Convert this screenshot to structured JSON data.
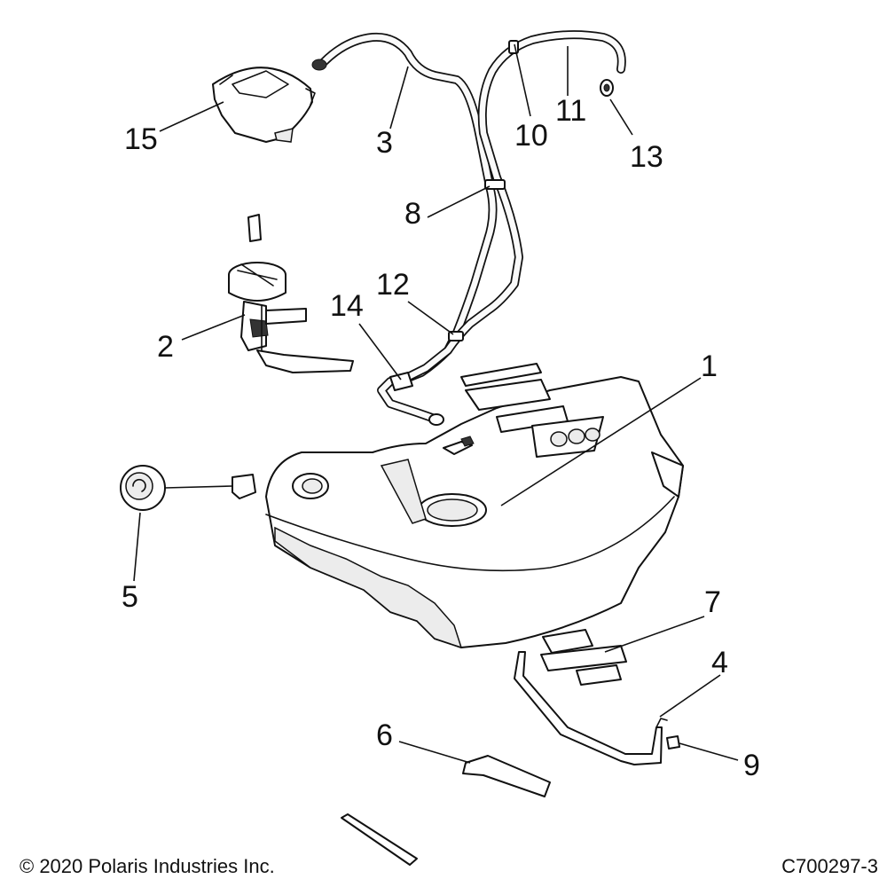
{
  "callouts": {
    "c1": "1",
    "c2": "2",
    "c3": "3",
    "c4": "4",
    "c5": "5",
    "c6": "6",
    "c7": "7",
    "c8": "8",
    "c9": "9",
    "c10": "10",
    "c11": "11",
    "c12": "12",
    "c13": "13",
    "c14": "14",
    "c15": "15"
  },
  "footer": {
    "copyright": "© 2020 Polaris Industries Inc.",
    "diagram_code": "C700297-3"
  }
}
